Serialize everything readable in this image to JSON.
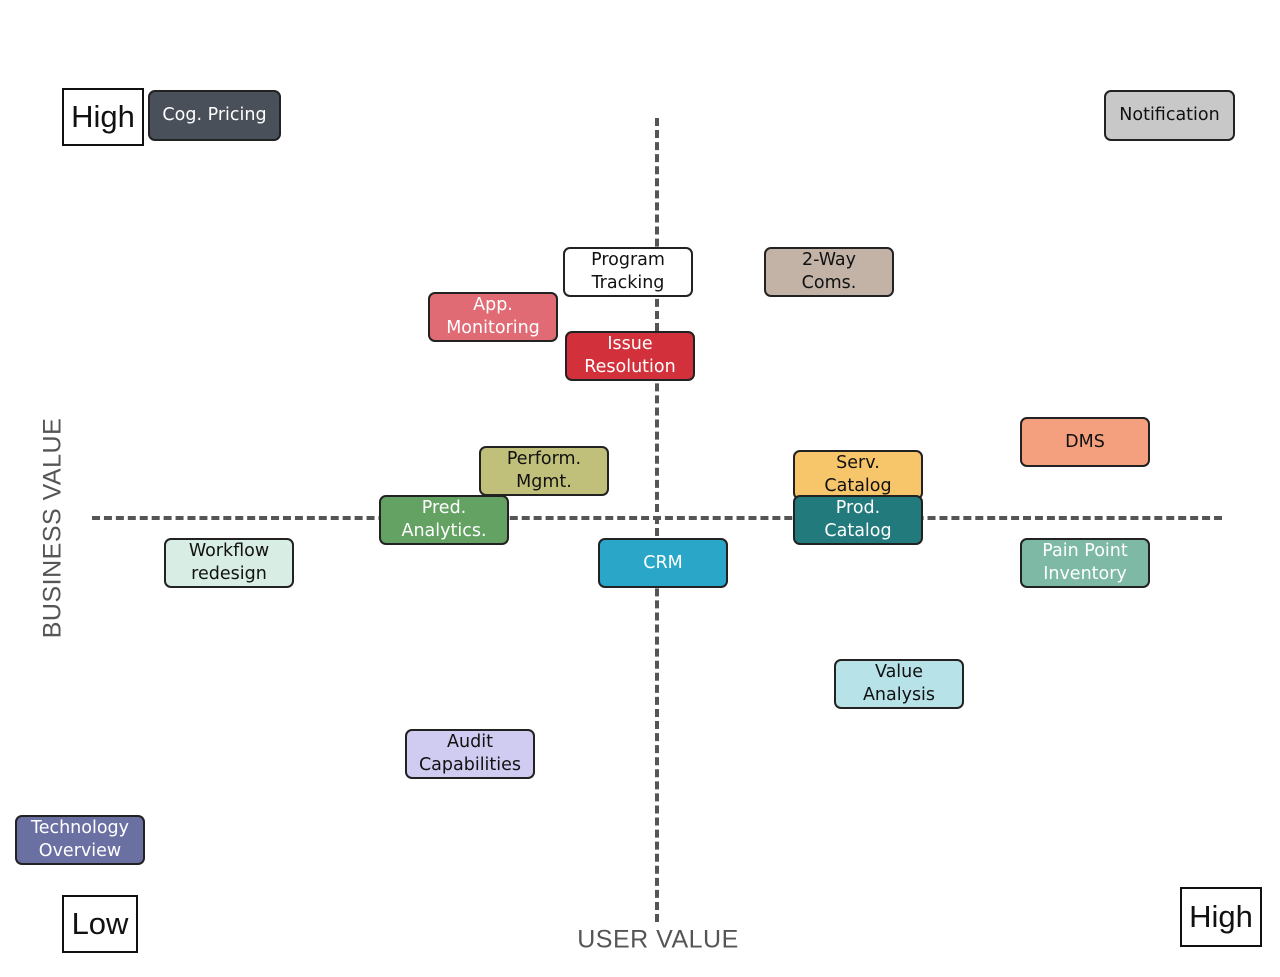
{
  "axes": {
    "y_label": "BUSINESS VALUE",
    "x_label": "USER VALUE",
    "y_high": "High",
    "x_high": "High",
    "low": "Low"
  },
  "items": [
    {
      "id": "cog-pricing",
      "label": "Cog. Pricing",
      "color": "#4a5059",
      "text_color": "#ffffff"
    },
    {
      "id": "notification",
      "label": "Notification",
      "color": "#c8c8c8",
      "text_color": "#111111"
    },
    {
      "id": "program-tracking",
      "label": "Program\nTracking",
      "color": "#ffffff",
      "text_color": "#111111"
    },
    {
      "id": "two-way-coms",
      "label": "2-Way\nComs.",
      "color": "#c2b3a6",
      "text_color": "#111111"
    },
    {
      "id": "app-monitoring",
      "label": "App.\nMonitoring",
      "color": "#e06b74",
      "text_color": "#ffffff"
    },
    {
      "id": "issue-resolution",
      "label": "Issue\nResolution",
      "color": "#d2303a",
      "text_color": "#ffffff"
    },
    {
      "id": "dms",
      "label": "DMS",
      "color": "#f4a07f",
      "text_color": "#111111"
    },
    {
      "id": "perform-mgmt",
      "label": "Perform.\nMgmt.",
      "color": "#c0c07a",
      "text_color": "#111111"
    },
    {
      "id": "serv-catalog",
      "label": "Serv.\nCatalog",
      "color": "#f8c66a",
      "text_color": "#111111"
    },
    {
      "id": "pred-analytics",
      "label": "Pred.\nAnalytics.",
      "color": "#63a263",
      "text_color": "#ffffff"
    },
    {
      "id": "prod-catalog",
      "label": "Prod.\nCatalog",
      "color": "#227a7c",
      "text_color": "#ffffff"
    },
    {
      "id": "workflow-redesign",
      "label": "Workflow\nredesign",
      "color": "#d8ede3",
      "text_color": "#111111"
    },
    {
      "id": "crm",
      "label": "CRM",
      "color": "#2aa6c9",
      "text_color": "#ffffff"
    },
    {
      "id": "pain-point-inventory",
      "label": "Pain Point\nInventory",
      "color": "#7db9a5",
      "text_color": "#ffffff"
    },
    {
      "id": "value-analysis",
      "label": "Value\nAnalysis",
      "color": "#b7e2e8",
      "text_color": "#111111"
    },
    {
      "id": "audit-capabilities",
      "label": "Audit\nCapabilities",
      "color": "#d0cbf0",
      "text_color": "#111111"
    },
    {
      "id": "technology-overview",
      "label": "Technology\nOverview",
      "color": "#6b70a3",
      "text_color": "#ffffff"
    }
  ]
}
